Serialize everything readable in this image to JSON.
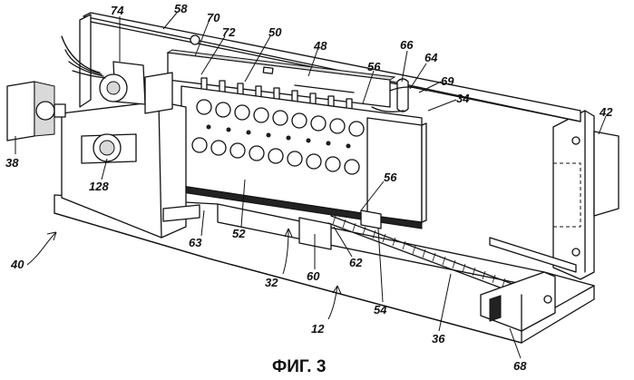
{
  "figure": {
    "caption": "ФИГ. 3",
    "labels": {
      "l74": "74",
      "l58": "58",
      "l70": "70",
      "l72": "72",
      "l50": "50",
      "l48": "48",
      "l66": "66",
      "l64": "64",
      "l69": "69",
      "l56a": "56",
      "l34": "34",
      "l42": "42",
      "l38": "38",
      "l128": "128",
      "l56b": "56",
      "l40": "40",
      "l63": "63",
      "l52": "52",
      "l62": "62",
      "l60": "60",
      "l32": "32",
      "l54": "54",
      "l36": "36",
      "l12": "12",
      "l68": "68"
    }
  }
}
